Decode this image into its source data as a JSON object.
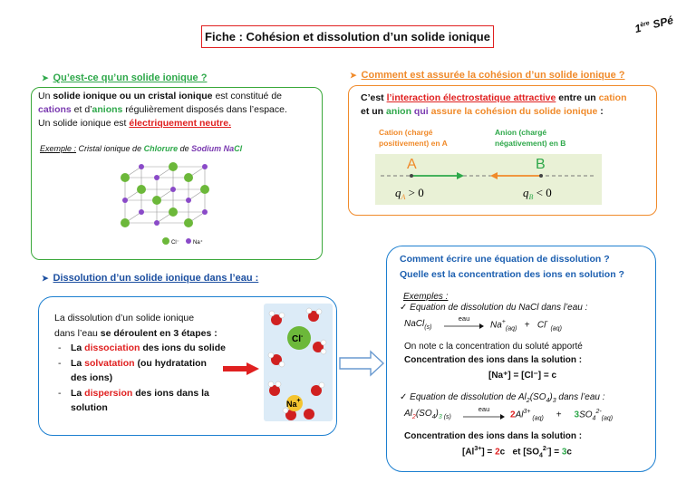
{
  "title": "Fiche : Cohésion et dissolution d’un solide ionique",
  "level": {
    "sup": "ère",
    "num": "1",
    "tail": "SPé"
  },
  "s1": {
    "heading": "Qu’est-ce qu’un solide ionique ?",
    "t1": "Un ",
    "t2": "solide ionique ou un cristal ionique",
    "t3": " est constitué de",
    "t4": "cations",
    "t5": " et d’",
    "t6": "anions",
    "t7": " régulièrement disposés dans l’espace.",
    "t8": "Un solide ionique est ",
    "t9": "électriquement neutre.",
    "ex_label": "Exemple :",
    "ex_t1": " Cristal ionique de ",
    "ex_t2": "Chlorure",
    "ex_t3": " de ",
    "ex_t4": "Sodium",
    "ex_t5": " Na",
    "ex_t6": "Cl",
    "legend_cl": "Cl⁻",
    "legend_na": "Na⁺"
  },
  "s2": {
    "heading": "Comment est assurée la cohésion d’un solide ionique ?",
    "t1": "C’est ",
    "t2": "l’interaction électrostatique attractive",
    "t3": " entre un ",
    "t4": "cation",
    "t5": "et un ",
    "t6": "anion",
    "t7": " qui ",
    "t8": "assure la cohésion du solide ionique",
    "t9": " :",
    "cation_l1": "Cation (chargé",
    "cation_l2": "positivement) en A",
    "anion_l1": "Anion (chargé",
    "anion_l2": "négativement) en B",
    "A": "A",
    "B": "B",
    "qa": "q",
    "qa_sub": "A",
    "qa_rel": " > 0",
    "qb": "q",
    "qb_sub": "B",
    "qb_rel": " < 0"
  },
  "s3": {
    "heading": "Dissolution d’un solide ionique dans l’eau :",
    "intro1": "La dissolution d’un solide ionique",
    "intro2a": "dans l’eau ",
    "intro2b": "se déroulent en 3 étapes :",
    "step1a": "La ",
    "step1b": "dissociation",
    "step1c": " des ions du solide",
    "step2a": "La ",
    "step2b": "solvatation",
    "step2c": " (ou hydratation",
    "step2d": "des ions)",
    "step3a": "La ",
    "step3b": "dispersion",
    "step3c": " des ions dans la",
    "step3d": "solution",
    "cl": "Cl",
    "cl_sup": "-",
    "na": "Na",
    "na_sup": "+"
  },
  "s4": {
    "q1": "Comment écrire une équation de dissolution ?",
    "q2": "Quelle est la concentration des ions en solution ?",
    "examples": "Exemples :",
    "eq1_title": "Equation de dissolution du NaCl dans l’eau :",
    "eq1_left": "NaCl",
    "eq1_left_sub": "(s)",
    "eau": "eau",
    "eq1_r1": "Na",
    "eq1_r1_sup": "+",
    "eq1_r1_sub": "(aq)",
    "plus": "+",
    "eq1_r2": "Cl",
    "eq1_r2_sup": "-",
    "eq1_r2_sub": "(aq)",
    "note": "On note c la concentration du soluté apporté",
    "conc_title": "Concentration des ions dans la solution :",
    "conc1": "[Na⁺] = [Cl⁻] = c",
    "eq2_title_a": "Equation de dissolution de Al",
    "eq2_title_b": "2",
    "eq2_title_c": "(SO",
    "eq2_title_d": "4",
    "eq2_title_e": ")",
    "eq2_title_f": "3",
    "eq2_title_g": " dans l’eau :",
    "eq2_left_a": "Al",
    "eq2_left_b": "2",
    "eq2_left_c": "(SO",
    "eq2_left_d": "4",
    "eq2_left_e": ")",
    "eq2_left_f": "3",
    "eq2_left_g": " (s)",
    "eq2_c1": "2",
    "eq2_r1": "Al",
    "eq2_r1_sup": "3+",
    "eq2_r1_sub": " (aq)",
    "eq2_c2": "3",
    "eq2_r2": "SO",
    "eq2_r2_sub1": "4",
    "eq2_r2_sup": "2-",
    "eq2_r2_sub2": "(aq)",
    "conc2_a": "[Al",
    "conc2_b": "3+",
    "conc2_c": "] = ",
    "conc2_d": "2",
    "conc2_e": "c   et [SO",
    "conc2_f": "4",
    "conc2_g": "2-",
    "conc2_h": "] = ",
    "conc2_i": "3",
    "conc2_j": "c"
  },
  "colors": {
    "red": "#e02020",
    "orange": "#f08a2a",
    "green": "#2ea84a",
    "purple": "#7a3ab0",
    "blue": "#1c7fd0"
  }
}
